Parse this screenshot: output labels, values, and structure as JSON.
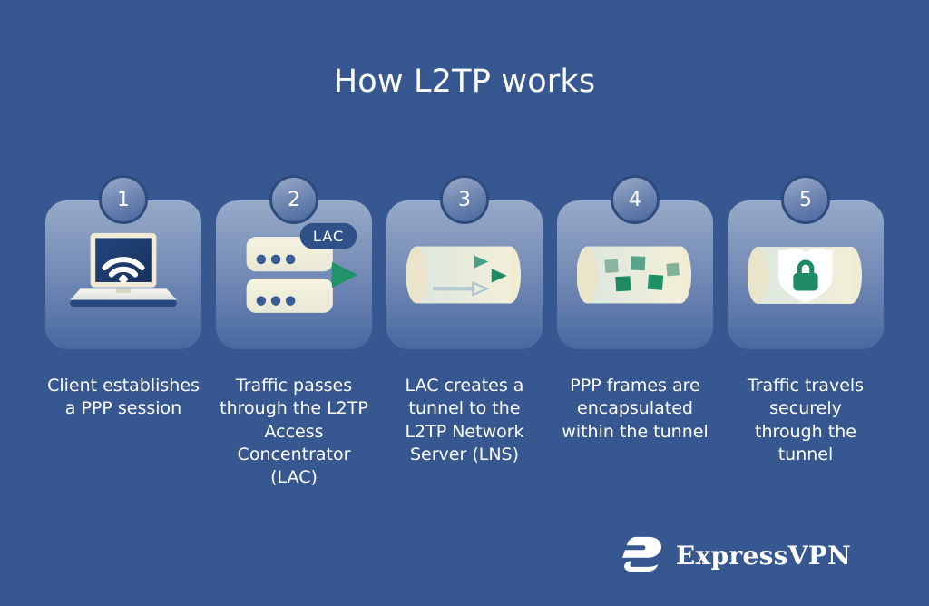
{
  "page": {
    "title": "How L2TP works",
    "background_color": "#36578F",
    "card_gradient_top": "#97AAC8",
    "card_gradient_bottom": "#48689F",
    "accent_green": "#1F8A63",
    "cream": "#F2EFD8",
    "text_color": "#FFFFFF"
  },
  "steps": [
    {
      "number": "1",
      "icon": "laptop-wifi-icon",
      "caption": "Client establishes\na PPP session"
    },
    {
      "number": "2",
      "icon": "lac-server-icon",
      "icon_label": "LAC",
      "caption": "Traffic passes\nthrough the L2TP\nAccess\nConcentrator\n(LAC)"
    },
    {
      "number": "3",
      "icon": "tunnel-arrows-icon",
      "caption": "LAC creates a\ntunnel to the\nL2TP Network\nServer (LNS)"
    },
    {
      "number": "4",
      "icon": "tunnel-frames-icon",
      "caption": "PPP frames are\nencapsulated\nwithin the tunnel"
    },
    {
      "number": "5",
      "icon": "tunnel-shield-icon",
      "caption": "Traffic travels\nsecurely\nthrough the\ntunnel"
    }
  ],
  "footer": {
    "brand": "ExpressVPN"
  }
}
